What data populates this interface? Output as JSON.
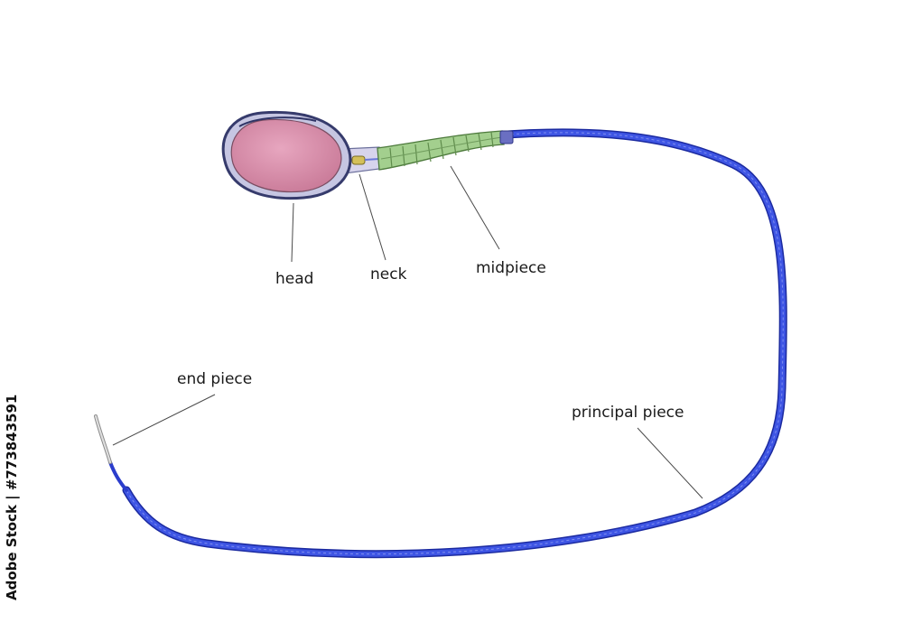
{
  "labels": {
    "head": "head",
    "neck": "neck",
    "midpiece": "midpiece",
    "principal_piece": "principal piece",
    "end_piece": "end piece"
  },
  "stock_id": "Adobe Stock | #773843591",
  "colors": {
    "head_fill": "#d98aa6",
    "head_outline": "#3a3f6e",
    "midpiece": "#9fca8a",
    "tail_blue": "#3246d6",
    "tail_edge": "#1b2aa0",
    "end_piece": "#c9c9c9"
  }
}
